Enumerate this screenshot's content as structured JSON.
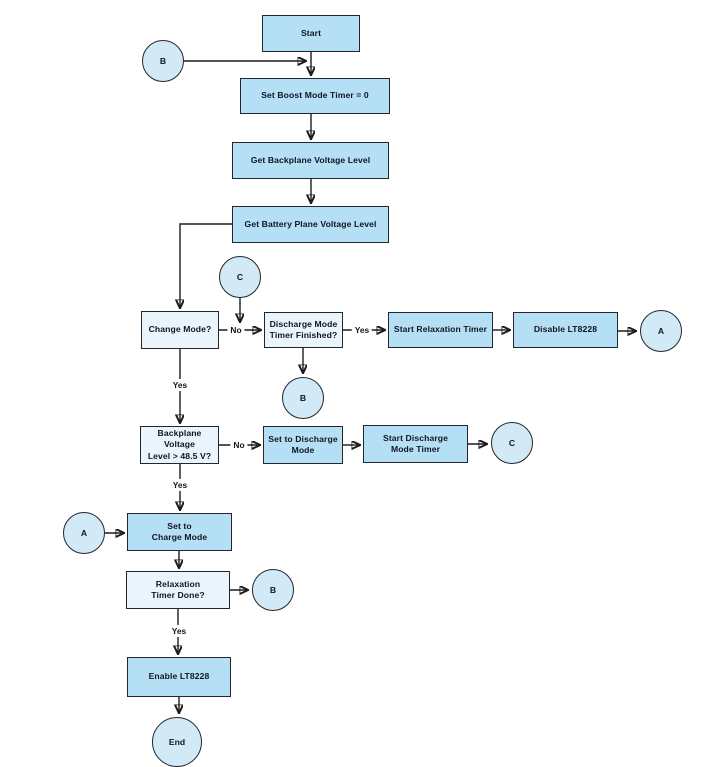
{
  "colors": {
    "process_fill": "#b5dff4",
    "decision_fill": "#eaf4fb",
    "circle_fill": "#d2eaf8",
    "border_color": "#23262d",
    "line_color": "#1c1c1c",
    "text_color": "#101522",
    "canvas_bg": "#ffffff"
  },
  "nodes": {
    "start": {
      "label": "Start",
      "type": "process"
    },
    "set_boost": {
      "label": "Set Boost Mode Timer = 0",
      "type": "process"
    },
    "get_backplane": {
      "label": "Get Backplane Voltage Level",
      "type": "process"
    },
    "get_battery": {
      "label": "Get Battery Plane Voltage Level",
      "type": "process"
    },
    "change_mode": {
      "label": "Change Mode?",
      "type": "decision"
    },
    "discharge_timer": {
      "label": "Discharge Mode\nTimer Finished?",
      "type": "decision"
    },
    "start_relaxation": {
      "label": "Start Relaxation Timer",
      "type": "process"
    },
    "disable_lt8228": {
      "label": "Disable LT8228",
      "type": "process"
    },
    "backplane_level": {
      "label": "Backplane Voltage\nLevel > 48.5 V?",
      "type": "decision"
    },
    "set_discharge": {
      "label": "Set to Discharge\nMode",
      "type": "process"
    },
    "start_discharge_timer": {
      "label": "Start Discharge\nMode Timer",
      "type": "process"
    },
    "set_charge": {
      "label": "Set to\nCharge Mode",
      "type": "process"
    },
    "relaxation_done": {
      "label": "Relaxation\nTimer Done?",
      "type": "decision"
    },
    "enable_lt8228": {
      "label": "Enable LT8228",
      "type": "process"
    }
  },
  "terminals": {
    "b1": {
      "label": "B"
    },
    "c1": {
      "label": "C"
    },
    "a1": {
      "label": "A"
    },
    "b2": {
      "label": "B"
    },
    "c2": {
      "label": "C"
    },
    "a2": {
      "label": "A"
    },
    "b3": {
      "label": "B"
    },
    "end": {
      "label": "End"
    }
  },
  "edge_labels": {
    "no_change": "No",
    "yes_discharge": "Yes",
    "yes_change": "Yes",
    "no_backplane": "No",
    "yes_backplane": "Yes",
    "yes_relaxation": "Yes"
  }
}
